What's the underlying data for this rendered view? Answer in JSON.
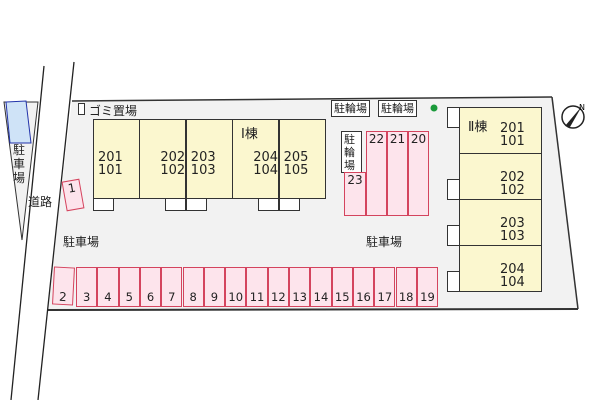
{
  "labels": {
    "garbage": "ゴミ置場",
    "road": "道路",
    "left_parking": "駐車場",
    "parking_left": "駐車場",
    "parking_right": "駐車場",
    "bike1": "駐輪場",
    "bike2": "駐輪場",
    "bike3": "駐輪場"
  },
  "building1": {
    "name": "Ⅰ棟",
    "units": [
      {
        "upper": "201",
        "lower": "101"
      },
      {
        "upper": "202",
        "lower": "102"
      },
      {
        "upper": "203",
        "lower": "103"
      },
      {
        "upper": "204",
        "lower": "104"
      },
      {
        "upper": "205",
        "lower": "105"
      }
    ]
  },
  "building2": {
    "name": "Ⅱ棟",
    "units": [
      {
        "upper": "201",
        "lower": "101"
      },
      {
        "upper": "202",
        "lower": "102"
      },
      {
        "upper": "203",
        "lower": "103"
      },
      {
        "upper": "204",
        "lower": "104"
      }
    ]
  },
  "spaces": {
    "s1": "1",
    "s2": "2",
    "row": [
      "3",
      "4",
      "5",
      "6",
      "7",
      "8",
      "9",
      "10",
      "11",
      "12",
      "13",
      "14",
      "15",
      "16",
      "17",
      "18",
      "19"
    ],
    "top": [
      "22",
      "21",
      "20"
    ],
    "s23": "23"
  },
  "colors": {
    "lot": "#f2f2f2",
    "unit": "#fbf7cf",
    "space": "#fde4ec",
    "space_border": "#d4445e",
    "left_parking": "#cfe3f7",
    "dot": "#1a9a3a"
  }
}
